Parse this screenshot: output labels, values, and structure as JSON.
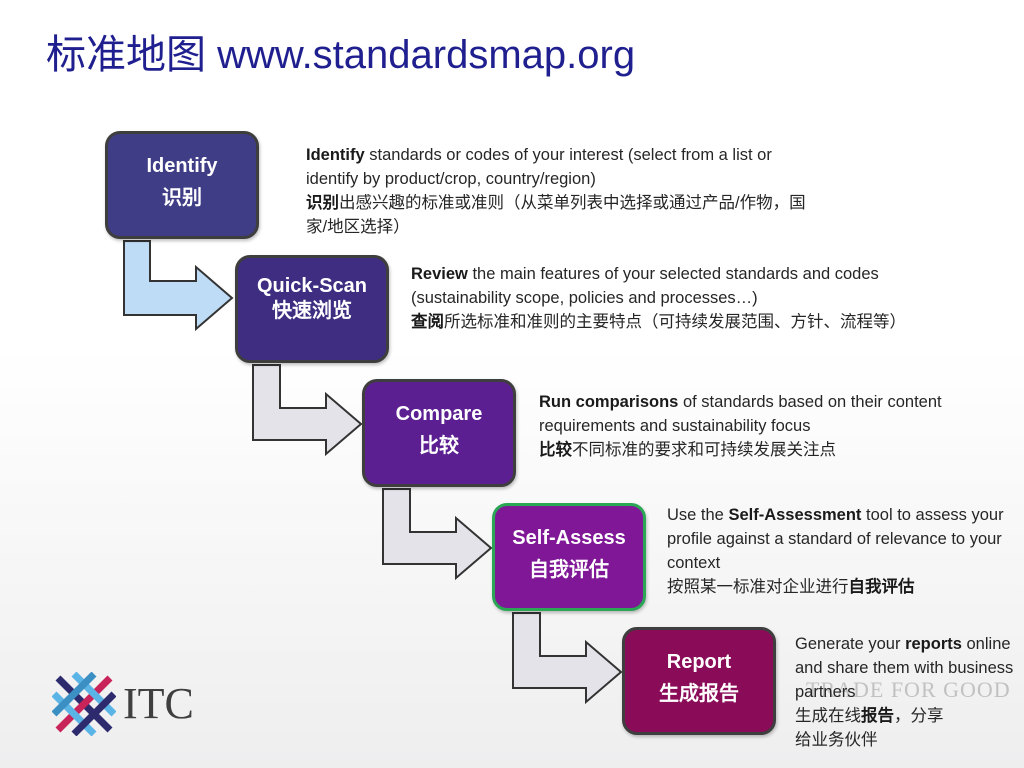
{
  "title": "标准地图 www.standardsmap.org",
  "steps": [
    {
      "name_en": "Identify",
      "name_zh": "识别"
    },
    {
      "name_en": "Quick-Scan",
      "name_zh": "快速浏览"
    },
    {
      "name_en": "Compare",
      "name_zh": "比较"
    },
    {
      "name_en": "Self-Assess",
      "name_zh": "自我评估"
    },
    {
      "name_en": "Report",
      "name_zh": "生成报告"
    }
  ],
  "descriptions": {
    "identify": {
      "bold": "Identify",
      "rest": " standards or codes of your interest (select from a list or identify by product/crop, country/region)",
      "zh_bold": "识别",
      "zh_rest": "出感兴趣的标准或准则（从菜单列表中选择或通过产品/作物，国家/地区选择）"
    },
    "quickscan": {
      "bold": "Review",
      "rest": " the main features of your selected standards and codes (sustainability scope, policies and processes…)",
      "zh_bold": "查阅",
      "zh_rest": "所选标准和准则的主要特点（可持续发展范围、方针、流程等）"
    },
    "compare": {
      "bold": "Run comparisons",
      "rest": " of standards based on their content requirements and sustainability focus",
      "zh_bold": "比较",
      "zh_rest": "不同标准的要求和可持续发展关注点"
    },
    "selfassess": {
      "pre": "Use the ",
      "bold": "Self-Assessment",
      "rest": " tool to assess your profile against a standard of relevance to your context",
      "zh_pre": "按照某一标准对企业进行",
      "zh_bold": "自我评估"
    },
    "report": {
      "pre": "Generate your ",
      "bold": "reports",
      "rest": " online and share them with business partners",
      "zh_pre": "生成在线",
      "zh_bold": "报告",
      "zh_rest": "，分享给业务伙伴"
    }
  },
  "watermark": "TRADE FOR GOOD",
  "logo_text": "ITC",
  "colors": {
    "identify": "#3f3d86",
    "quickscan": "#3e2d80",
    "compare": "#5b1f92",
    "selfassess": "#7f1797",
    "selfassess_border": "#2aa655",
    "report": "#8a0b57",
    "arrow_blue": "#bfdcf6",
    "arrow_gray": "#e5e3ea",
    "title": "#1f1f8f"
  }
}
